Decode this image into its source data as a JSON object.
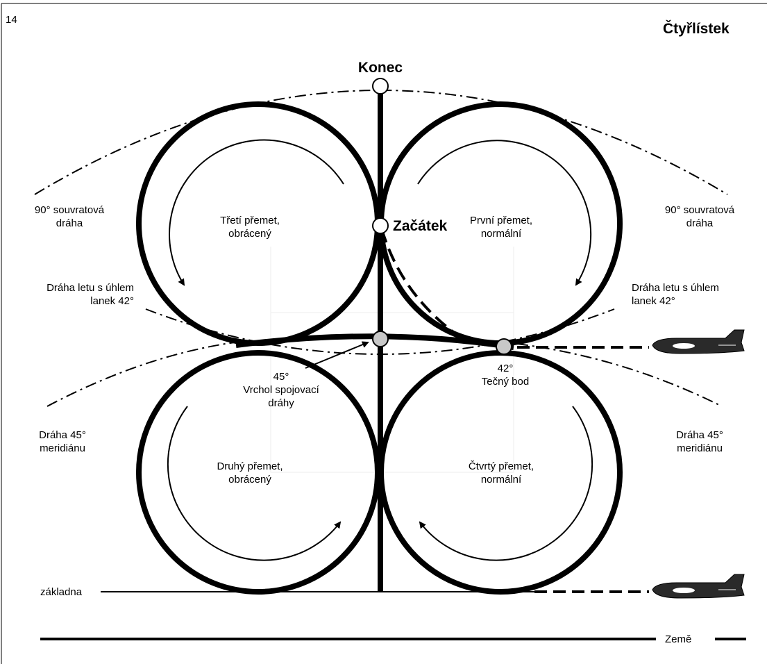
{
  "page": {
    "number": "14",
    "title": "Čtyřlístek"
  },
  "labels": {
    "end": "Konec",
    "start": "Začátek",
    "loop_third": "Třetí přemet,\nobrácený",
    "loop_first": "První přemet,\nnormální",
    "loop_second": "Druhý přemet,\nobrácený",
    "loop_fourth": "Čtvrtý přemet,\nnormální",
    "overhead_left": "90° souvratová\ndráha",
    "overhead_right": "90° souvratová\ndráha",
    "path42_left": "Dráha letu s úhlem\nlanek 42°",
    "path42_right": "Dráha letu s úhlem\nlanek 42°",
    "meridian_left": "Dráha 45°\nmeridiánu",
    "meridian_right": "Dráha 45°\nmeridiánu",
    "apex": "45°\nVrchol spojovací\ndráhy",
    "tangent": "42°\nTečný bod",
    "base": "základna",
    "ground": "Země"
  },
  "colors": {
    "ink": "#000000",
    "marker_gray": "#c8c8c8",
    "marker_white": "#ffffff",
    "plane_fill": "#2a2a2a"
  },
  "icons": {
    "plane_upper": "airplane-icon",
    "plane_lower": "airplane-icon"
  }
}
